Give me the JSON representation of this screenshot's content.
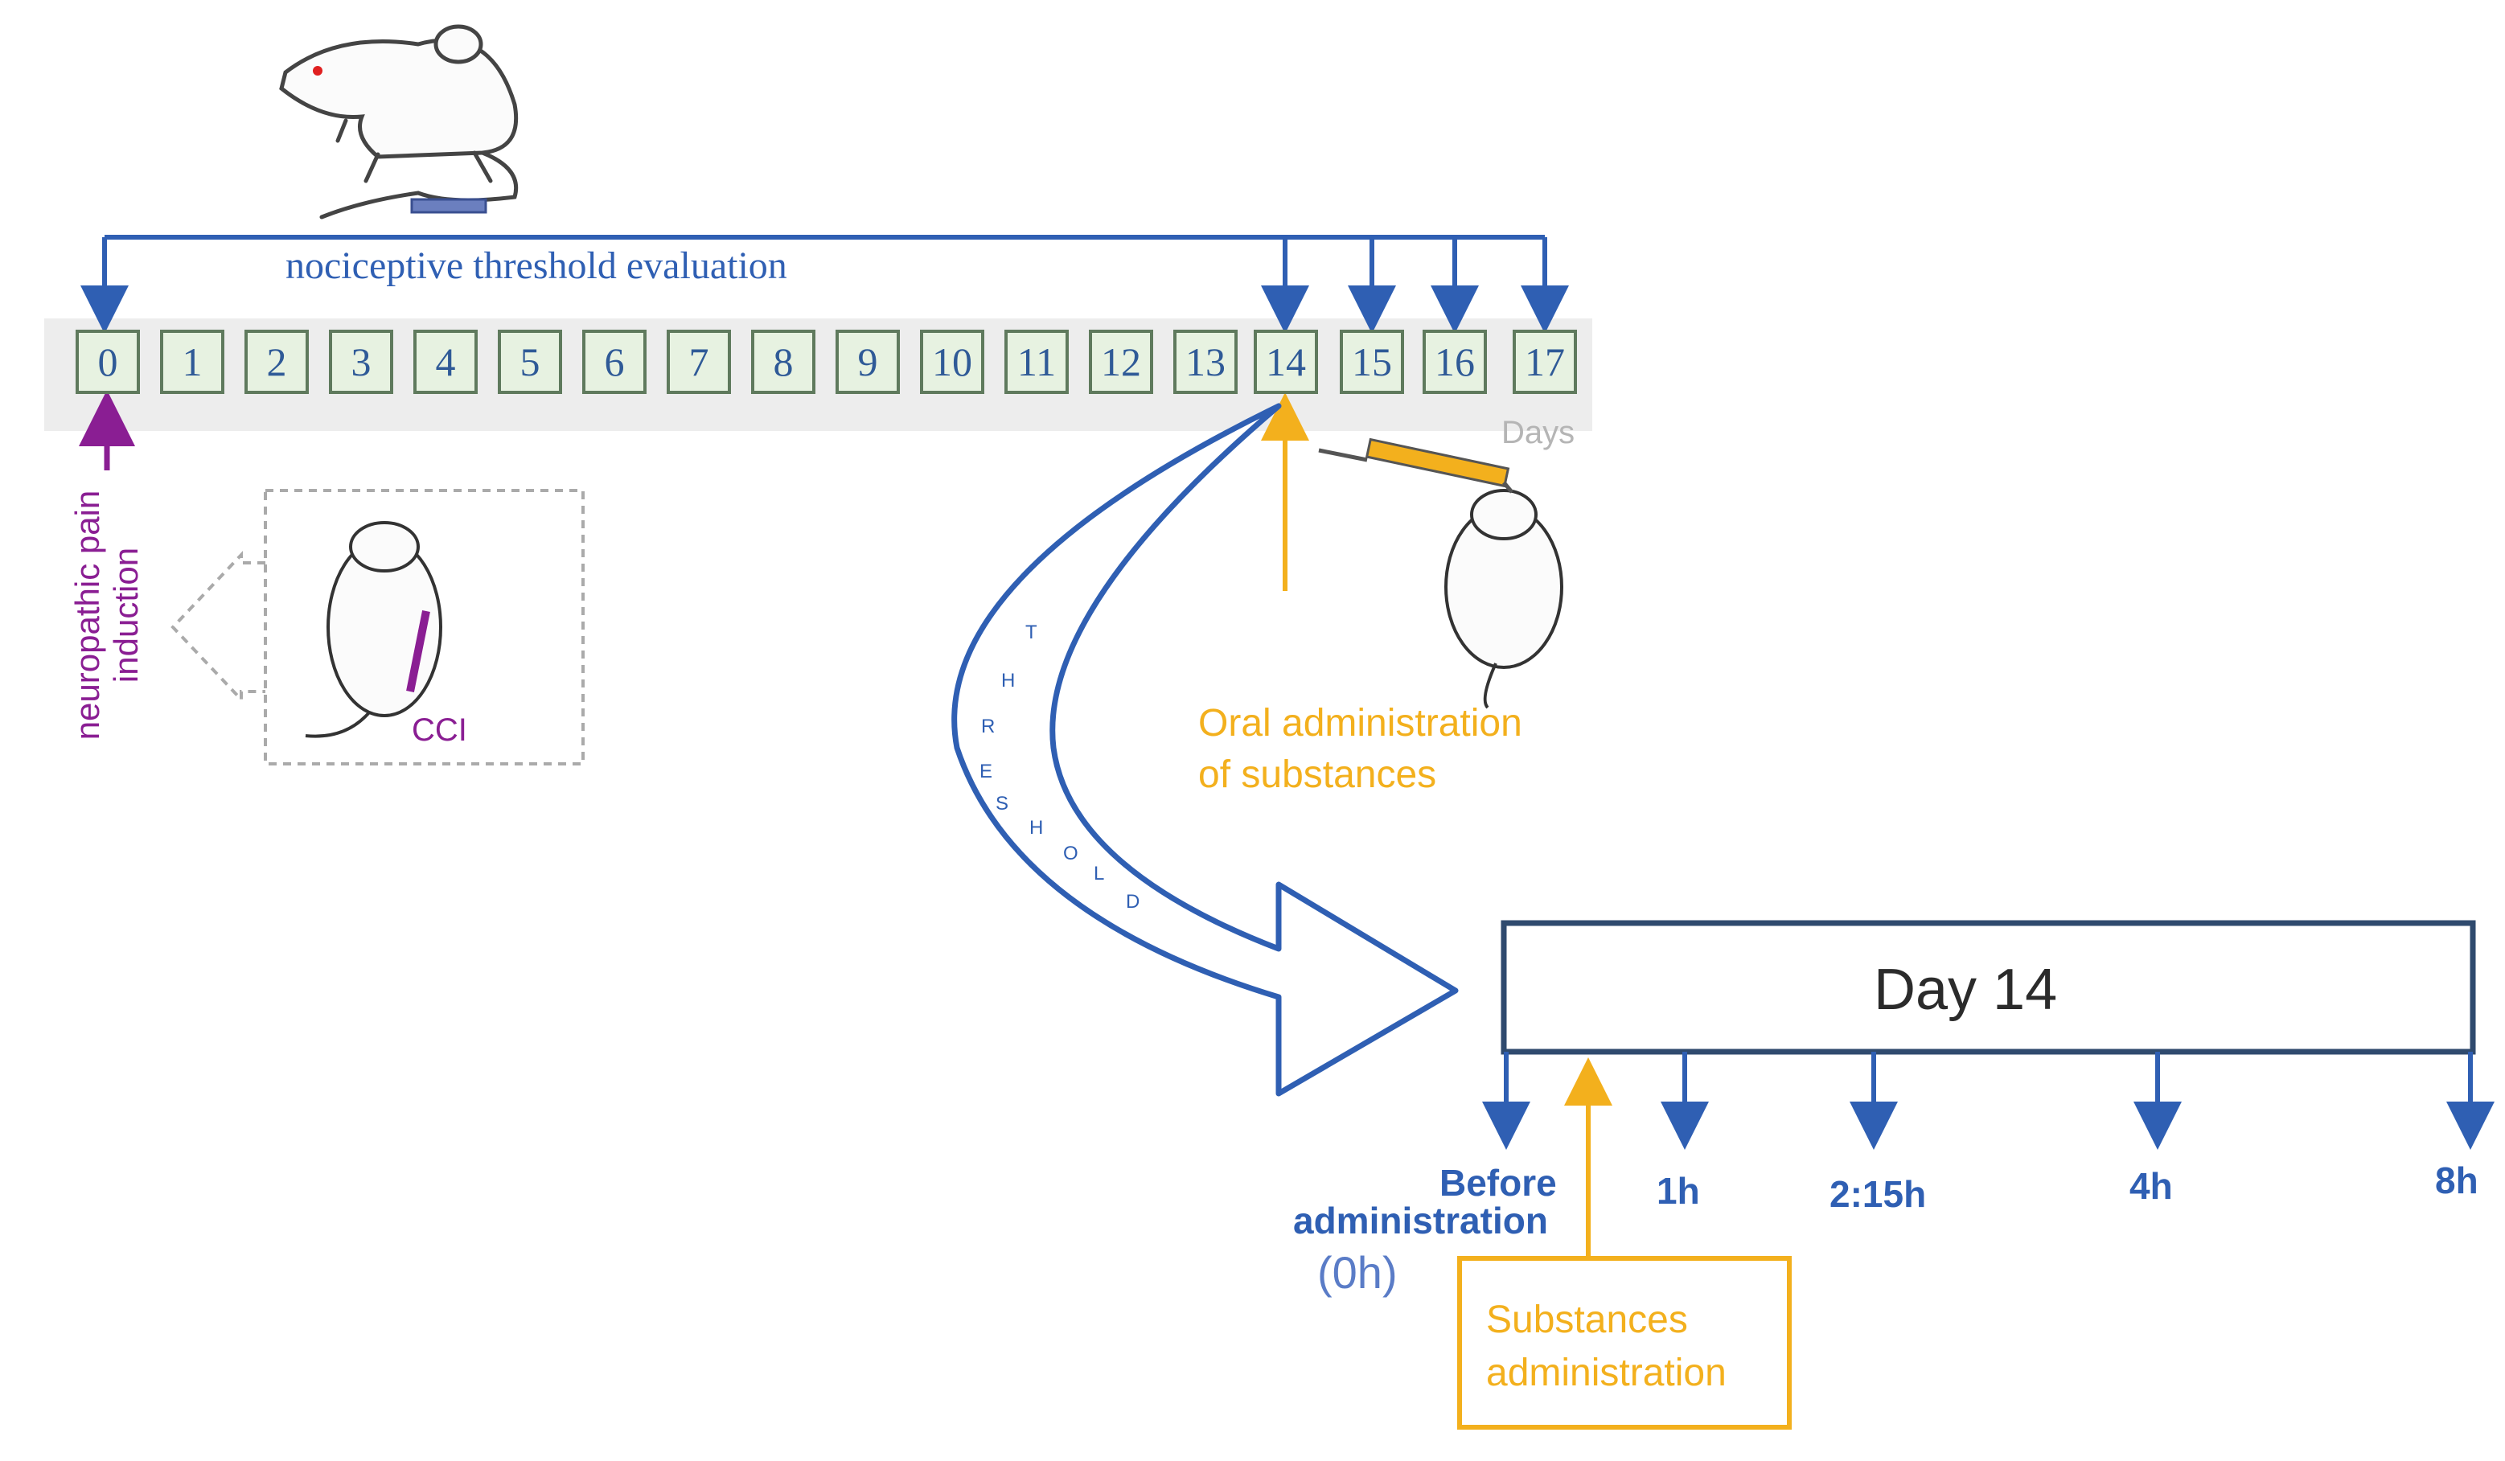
{
  "top_timeline": {
    "evaluation_label": "nociceptive threshold evaluation",
    "days": [
      "0",
      "1",
      "2",
      "3",
      "4",
      "5",
      "6",
      "7",
      "8",
      "9",
      "10",
      "11",
      "12",
      "13",
      "14",
      "15",
      "16",
      "17"
    ],
    "days_unit": "Days",
    "evaluation_days": [
      "0",
      "14",
      "15",
      "16",
      "17"
    ],
    "administration_day": "14",
    "induction_label": "neuropathic pain induction",
    "cci_label": "CCI",
    "oral_label_line1": "Oral administration",
    "oral_label_line2": "of substances"
  },
  "threshold_letters": [
    "T",
    "H",
    "R",
    "E",
    "S",
    "H",
    "O",
    "L",
    "D"
  ],
  "day14_timeline": {
    "title": "Day 14",
    "before_line1": "Before",
    "before_line2": "administration",
    "before_line3": "(0h)",
    "timepoints": [
      "1h",
      "2:15h",
      "4h",
      "8h"
    ],
    "substances_line1": "Substances",
    "substances_line2": "administration"
  },
  "colors": {
    "blue": "#2f5fb3",
    "orange": "#f3b01d",
    "purple": "#8a1e93",
    "day_box_fill": "#e7f2e1",
    "gray": "#a8a8a8"
  }
}
